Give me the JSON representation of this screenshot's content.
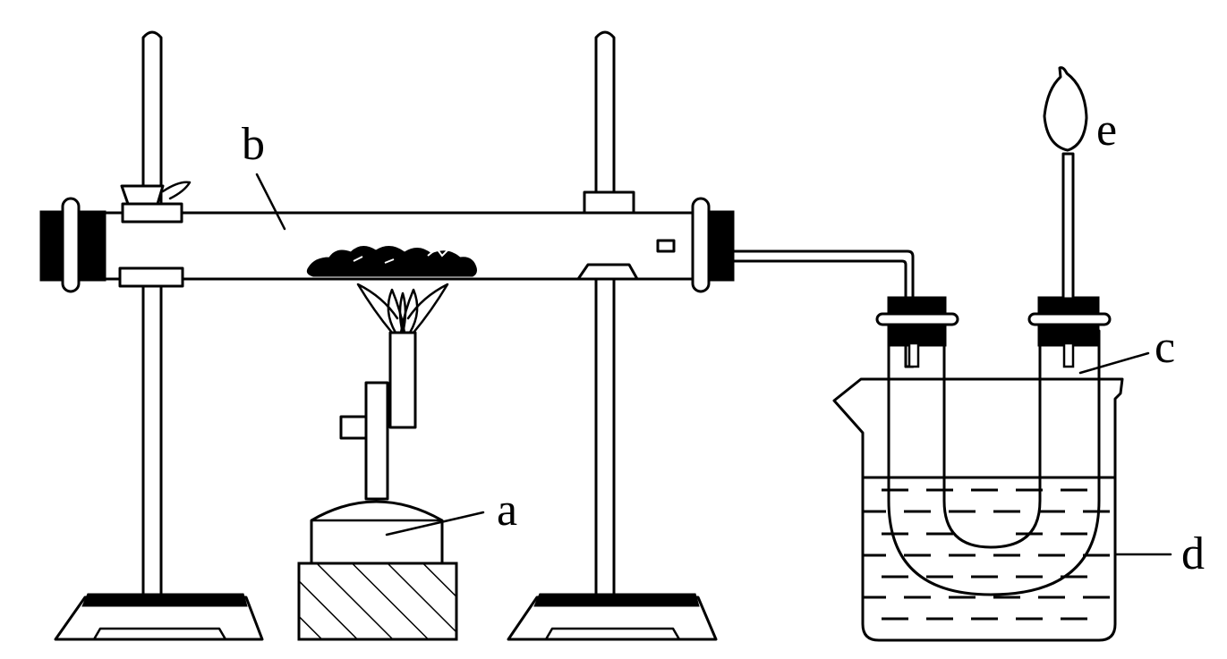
{
  "labels": {
    "a": "a",
    "b": "b",
    "c": "c",
    "d": "d",
    "e": "e"
  },
  "colors": {
    "stroke": "#000000",
    "background": "#ffffff"
  }
}
